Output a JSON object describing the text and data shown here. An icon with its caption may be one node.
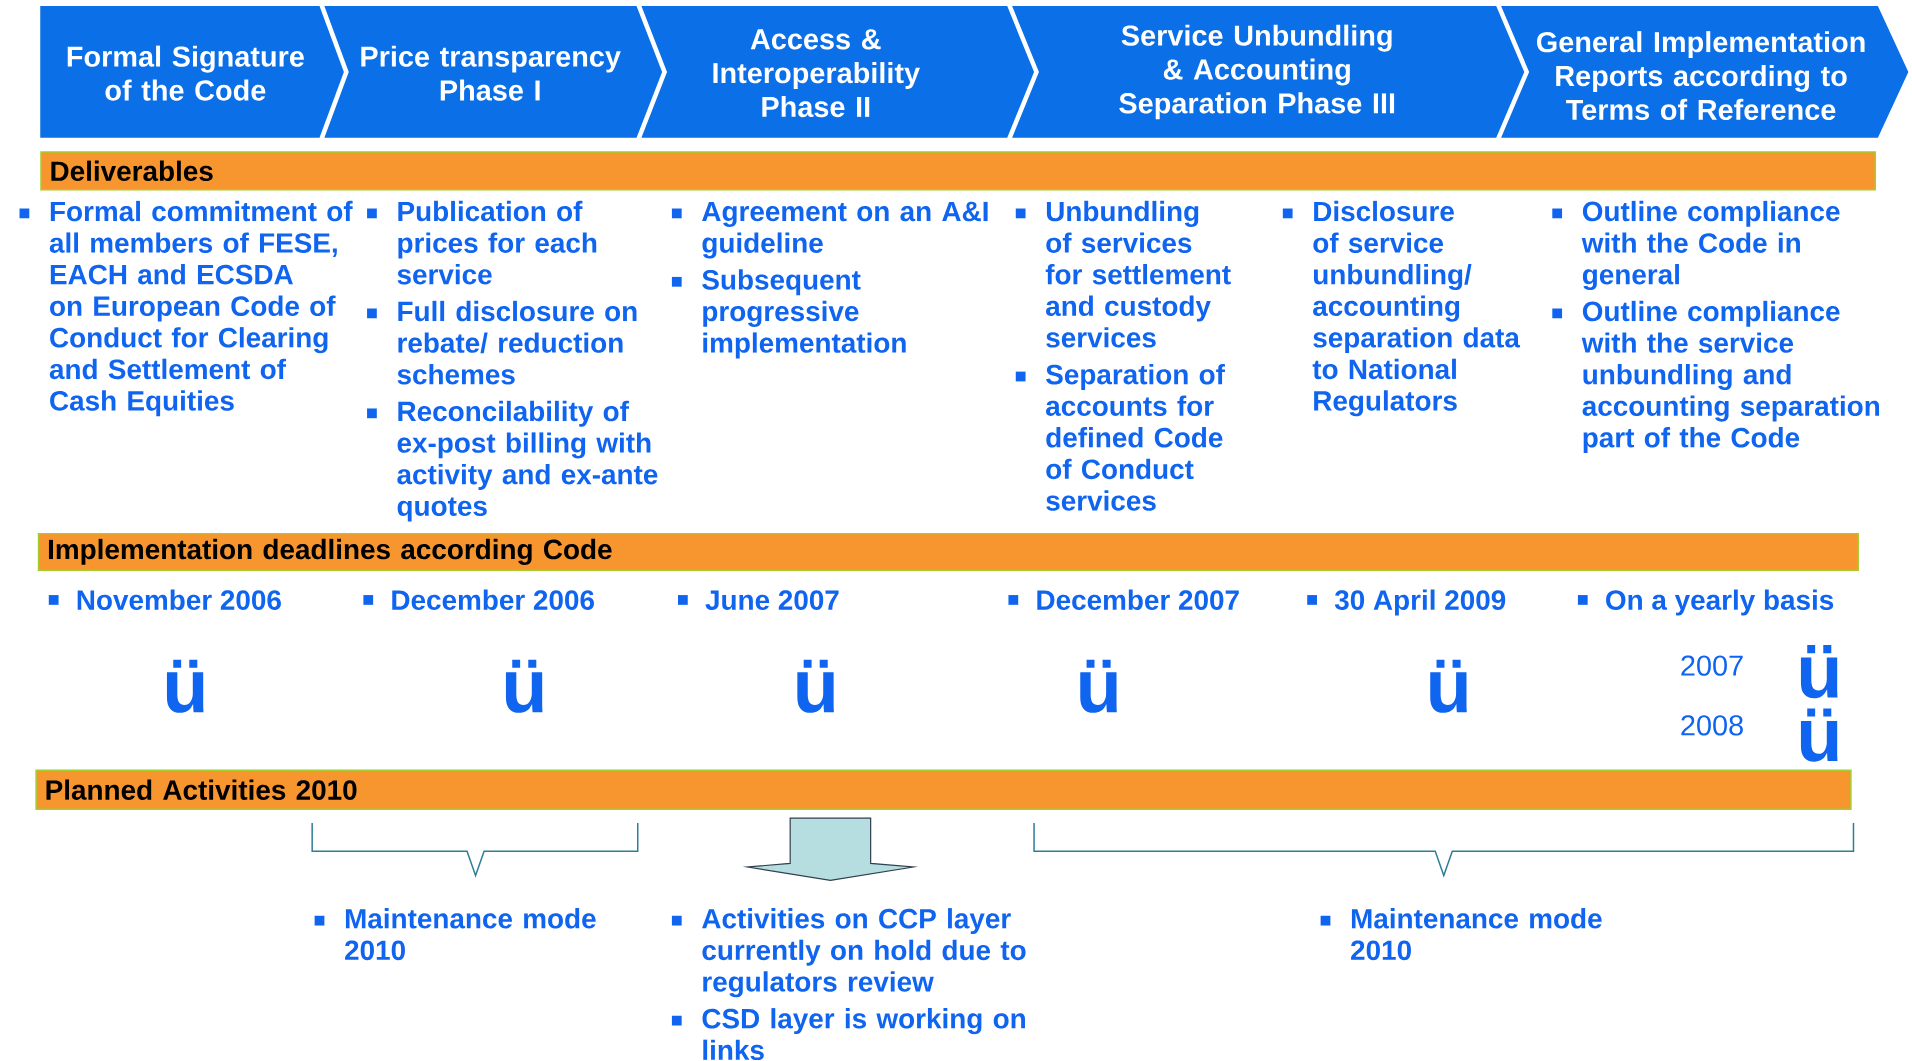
{
  "diagram": {
    "nodes": [
      {
        "text": [
          "Formal Signature of the Code"
        ]
      },
      {
        "text": [
          "Price transparency Phase I"
        ]
      },
      {
        "text": [
          "Access & Interoperability Phase II"
        ]
      },
      {
        "text": [
          "Service Unbundling & Accounting Separation Phase III"
        ]
      },
      {
        "text": [
          "General Implementation Reports according to Terms of Reference"
        ]
      },
      {
        "text": [
          "Deliverables"
        ]
      },
      {
        "text": [
          "Implementation deadlines according Code"
        ]
      },
      {
        "text": [
          "Planned Activities 2010"
        ]
      }
    ],
    "labels": [
      "Formal commitment of all members of FESE, EACH and ECSDA on European Code of Conduct for Clearing and Settlement of Cash Equities",
      "Publication of prices for each service",
      "Full disclosure on rebate/ reduction schemes",
      "Reconcilability of ex-post billing with activity and ex-ante quotes",
      "Agreement on an A&I guideline",
      "Subsequent progressive implementation",
      "Unbundling of services for settlement and custody services",
      "Separation of accounts for defined Code of Conduct services",
      "Disclosure of service unbundling/accounting separation data to National Regulators",
      "Outline compliance with the Code in general",
      "Outline compliance with the service unbundling and accounting separation part of the Code",
      "November 2006",
      "December 2006",
      "June 2007",
      "December 2007",
      "30 April 2009",
      "On a yearly basis",
      "ü",
      "ü",
      "ü",
      "ü",
      "ü",
      "2007",
      "ü",
      "2008",
      "ü",
      "Maintenance mode 2010",
      "Activities on CCP layer currently on hold due to regulators review",
      "CSD layer is working on links",
      "Maintenance mode 2010"
    ]
  }
}
